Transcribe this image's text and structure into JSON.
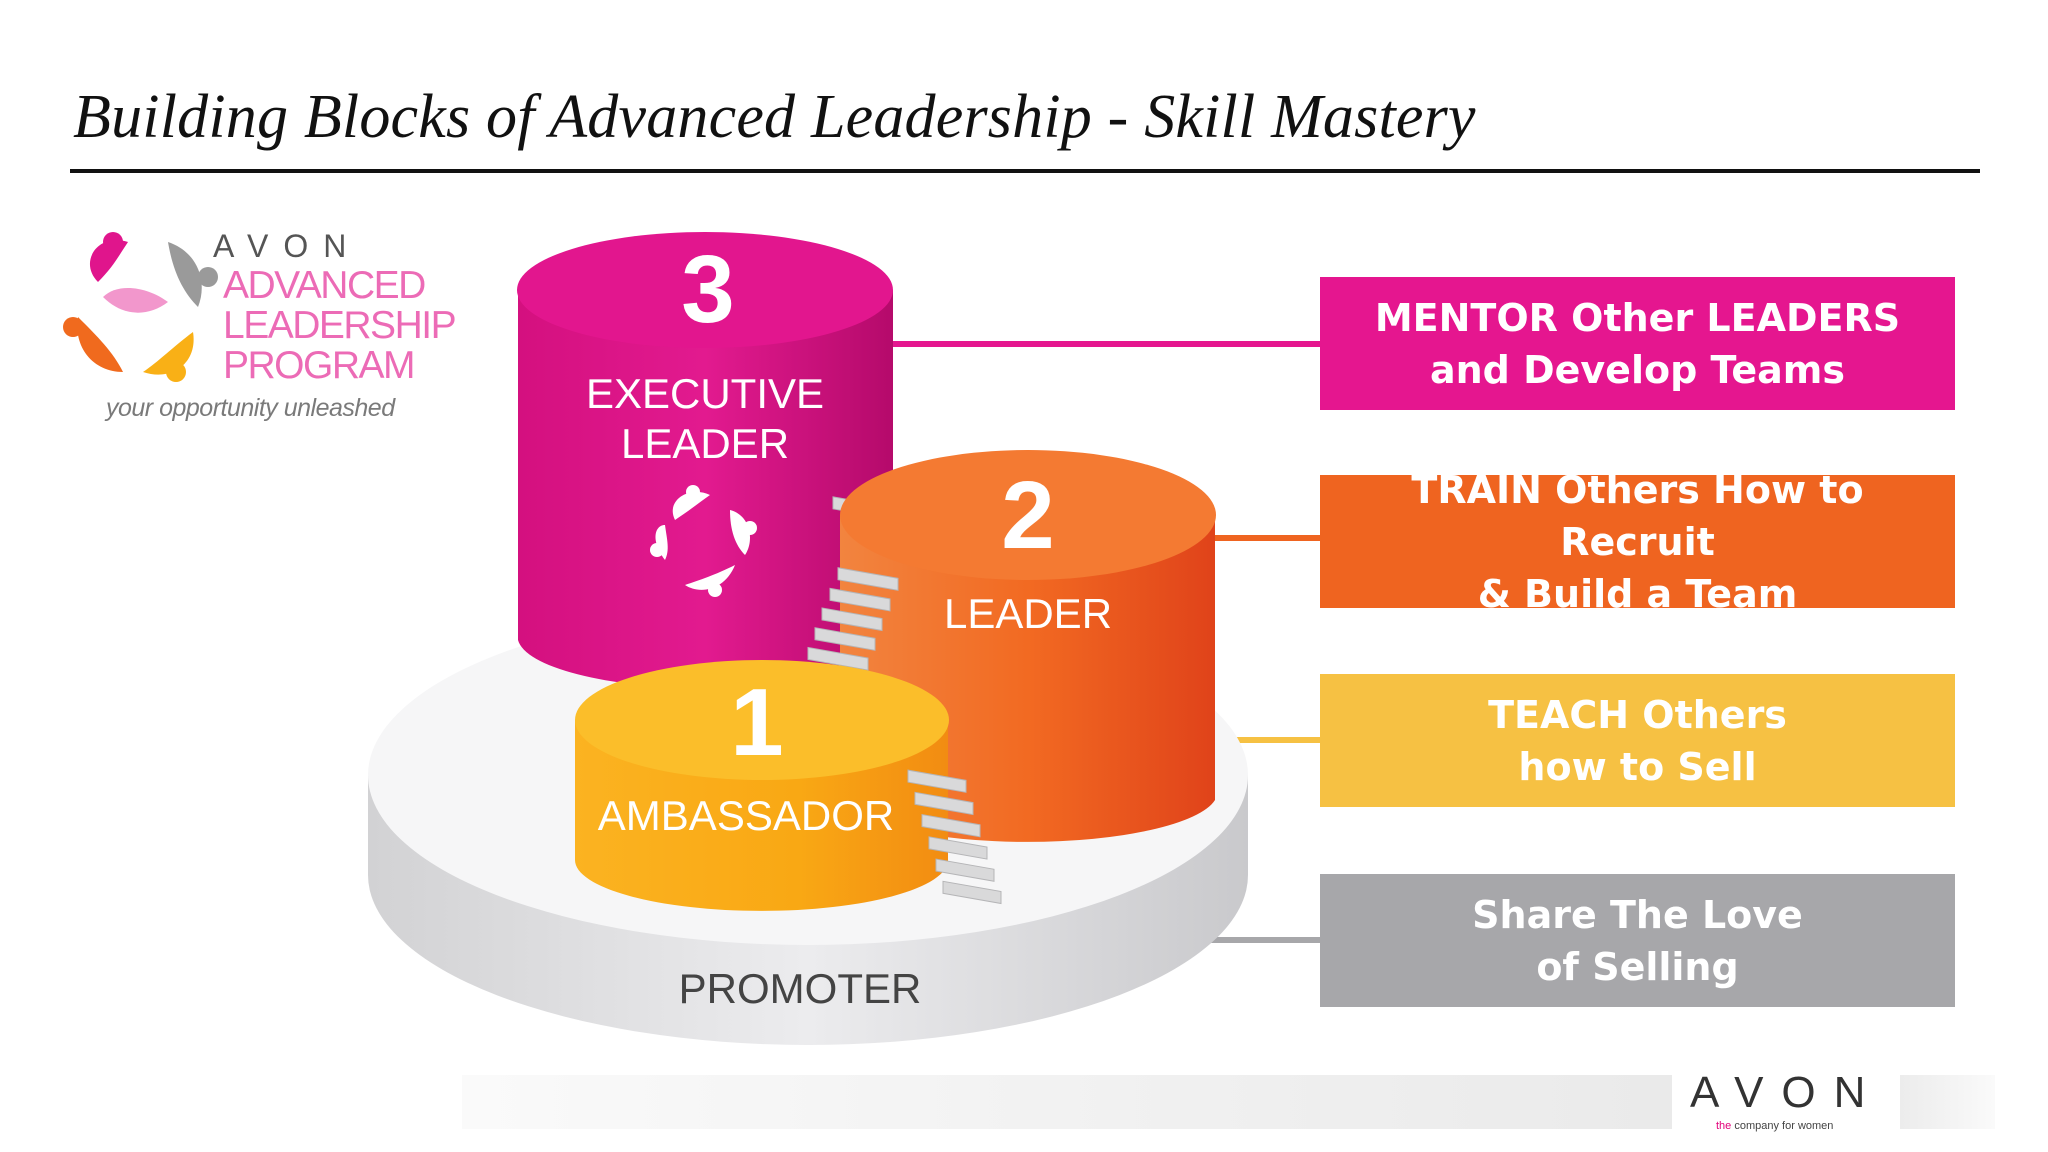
{
  "slide": {
    "title": "Building Blocks of Advanced Leadership - Skill Mastery"
  },
  "logo": {
    "brand": "AVON",
    "program": "ADVANCED\nLEADERSHIP\nPROGRAM",
    "tagline": "your opportunity unleashed"
  },
  "tiers": [
    {
      "number": "3",
      "label": "EXECUTIVE\nLEADER",
      "label_line1": "EXECUTIVE",
      "label_line2": "LEADER",
      "color": "#e0158c"
    },
    {
      "number": "2",
      "label": "LEADER",
      "color": "#f06a1e"
    },
    {
      "number": "1",
      "label": "AMBASSADOR",
      "color": "#f9b016"
    },
    {
      "number": "",
      "label": "PROMOTER",
      "color": "#e0e0e0"
    }
  ],
  "boxes": [
    {
      "text": "MENTOR Other LEADERS\nand Develop Teams",
      "color": "#e5168f"
    },
    {
      "text": "TRAIN Others How to Recruit\n& Build a Team",
      "color": "#ef6420"
    },
    {
      "text": "TEACH Others\nhow to Sell",
      "color": "#f6c143"
    },
    {
      "text": "Share The Love\nof Selling",
      "color": "#a7a7aa"
    }
  ],
  "footer": {
    "brand": "AVON",
    "tagline_the": "the",
    "tagline_rest": "company for women"
  }
}
